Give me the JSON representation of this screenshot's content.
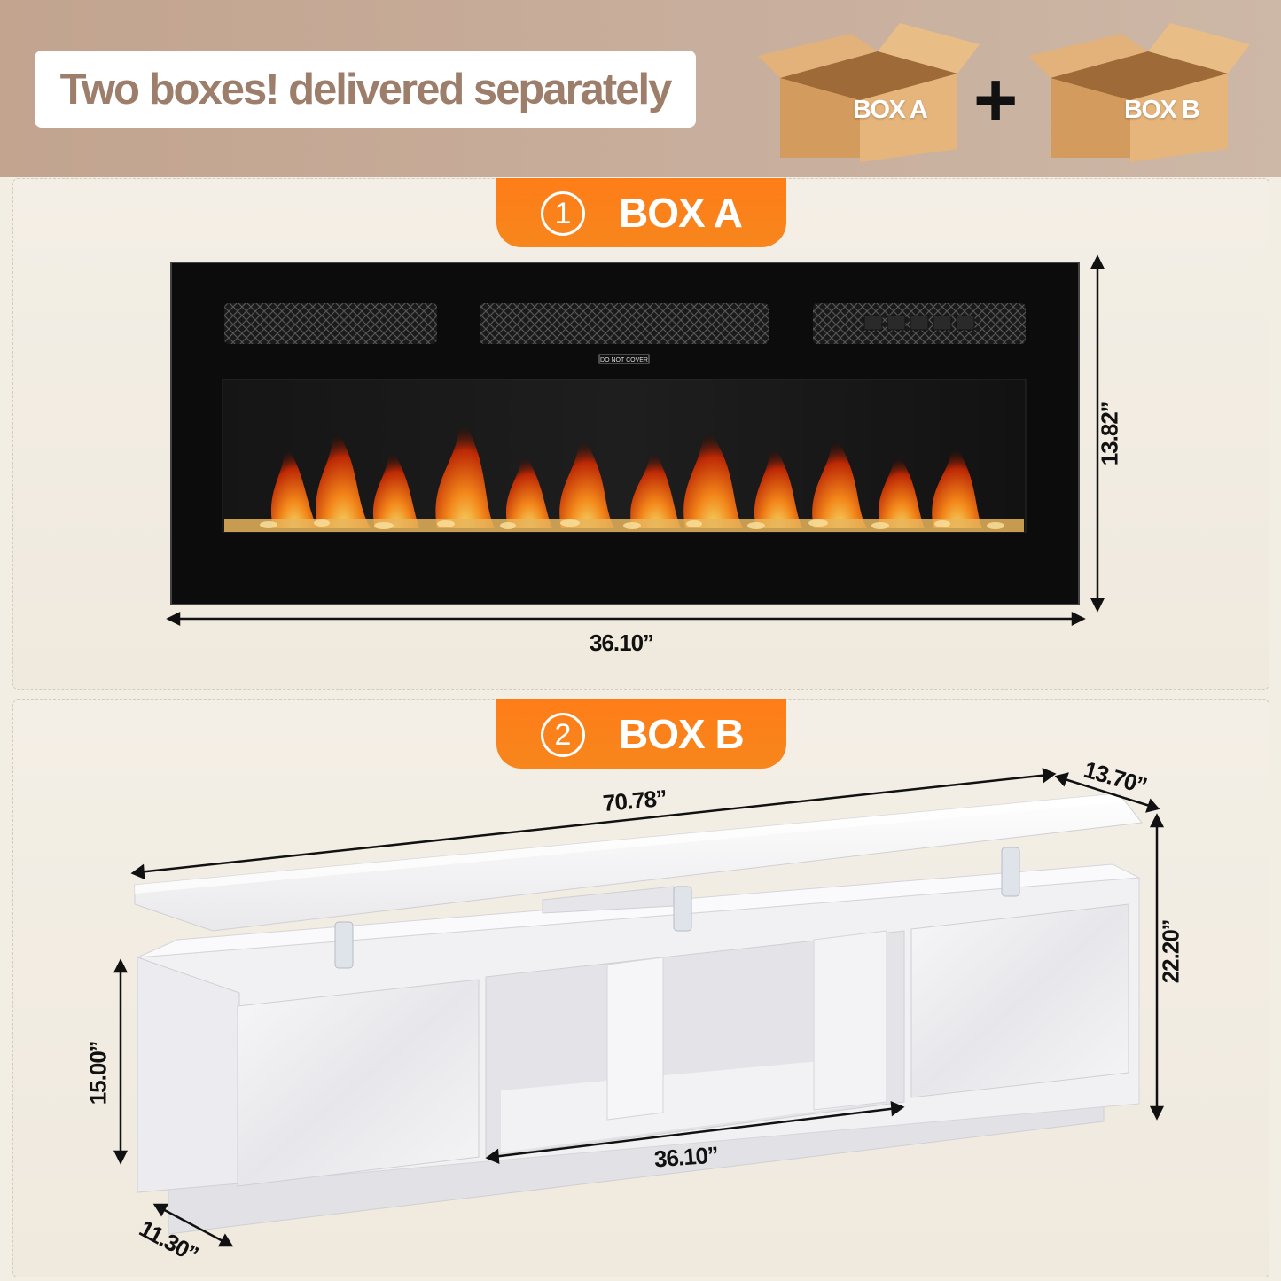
{
  "header": {
    "headline": "Two boxes! delivered separately",
    "box_a_label": "BOX A",
    "box_b_label": "BOX B",
    "plus": "+"
  },
  "section_a": {
    "number": "1",
    "title": "BOX A",
    "fireplace_sticker": "DO NOT COVER",
    "height_label": "13.82’’",
    "width_label": "36.10’’"
  },
  "section_b": {
    "number": "2",
    "title": "BOX B",
    "length_label": "70.78’’",
    "depth_label": "13.70’’",
    "height_label": "22.20’’",
    "cabinet_height_label": "15.00’’",
    "opening_width_label": "36.10’’",
    "base_depth_label": "11.30’’"
  },
  "colors": {
    "accent_orange": "#ff7d18",
    "banner_tan": "#c2a48f",
    "headline_text": "#9c7e6b",
    "box_cardboard": "#d9a469"
  }
}
